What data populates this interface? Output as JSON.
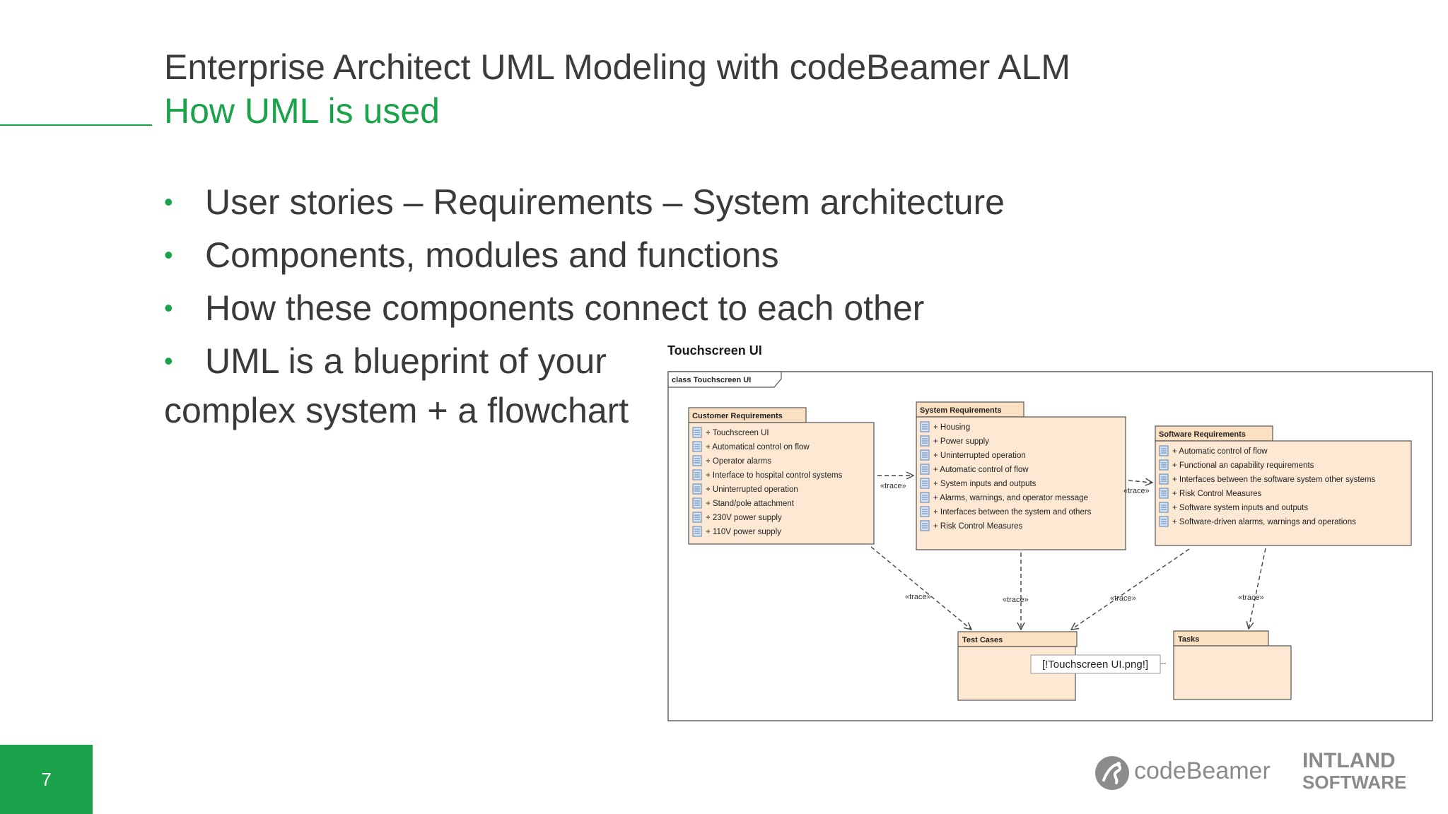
{
  "slide": {
    "title": "Enterprise Architect UML Modeling with codeBeamer ALM",
    "subtitle": "How UML is used",
    "page_number": "7",
    "accent_color": "#1aa34a"
  },
  "bullets": [
    "User stories – Requirements – System architecture",
    "Components, modules and functions",
    "How these components connect to each other",
    "UML is a blueprint of your"
  ],
  "bullet_continuation": "complex system + a flowchart",
  "bullet_marker": "•",
  "diagram": {
    "caption": "Touchscreen UI",
    "frame_label": "class Touchscreen UI",
    "packages": {
      "customer": {
        "name": "Customer Requirements",
        "items": [
          "+ Touchscreen UI",
          "+ Automatical control on flow",
          "+ Operator alarms",
          "+ Interface to hospital control systems",
          "+ Uninterrupted operation",
          "+ Stand/pole attachment",
          "+ 230V power supply",
          "+ 110V power supply"
        ]
      },
      "system": {
        "name": "System Requirements",
        "items": [
          "+ Housing",
          "+ Power supply",
          "+ Uninterrupted operation",
          "+ Automatic control of flow",
          "+ System inputs and outputs",
          "+ Alarms, warnings, and operator message",
          "+ Interfaces between the system and others",
          "+ Risk Control Measures"
        ]
      },
      "software": {
        "name": "Software Requirements",
        "items": [
          "+ Automatic control of flow",
          "+ Functional an capability requirements",
          "+ Interfaces between the software system other systems",
          "+ Risk Control Measures",
          "+ Software system inputs and outputs",
          "+ Software-driven alarms, warnings and operations"
        ]
      },
      "test_cases": {
        "name": "Test Cases"
      },
      "tasks": {
        "name": "Tasks"
      }
    },
    "trace_label": "«trace»",
    "tooltip": "[!Touchscreen UI.png!]"
  },
  "footer": {
    "codebeamer": "codeBeamer",
    "intland": "INTLAND",
    "software": "SOFTWARE"
  }
}
